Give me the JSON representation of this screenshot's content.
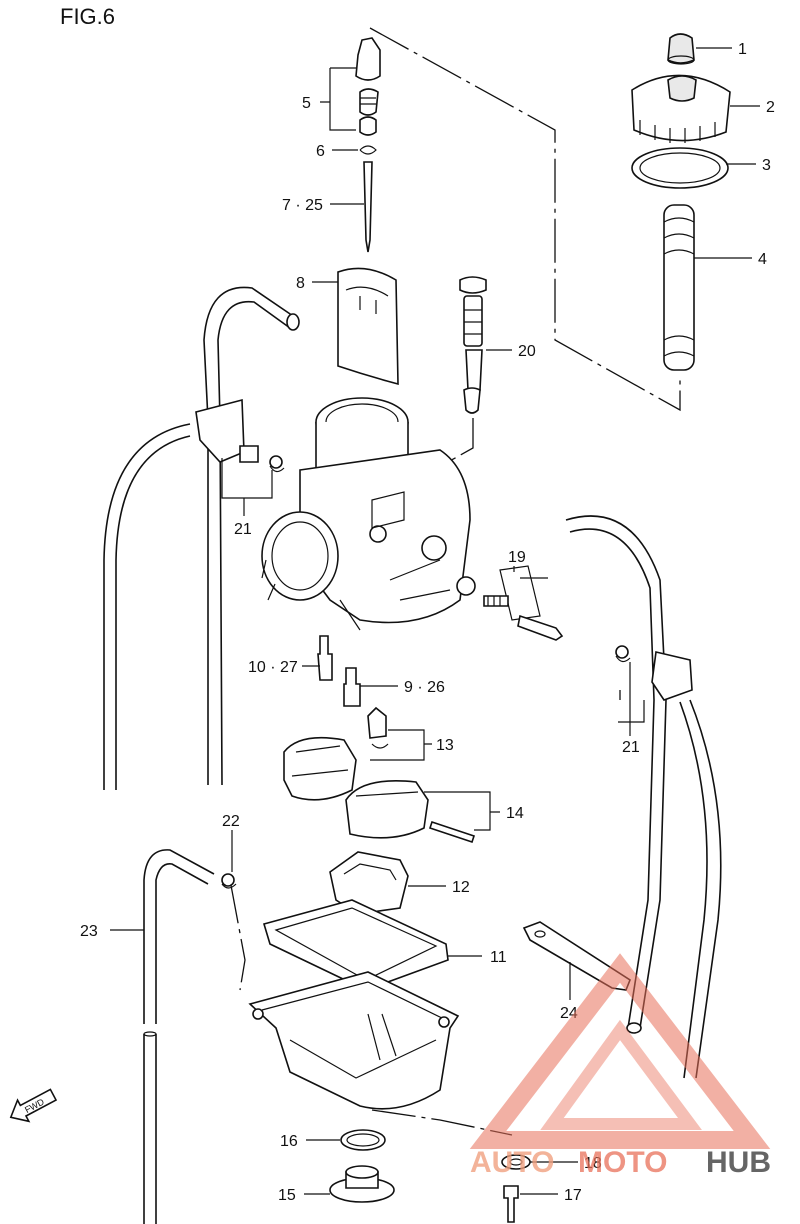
{
  "figure": {
    "title": "FIG.6"
  },
  "callouts": {
    "c1": "1",
    "c2": "2",
    "c3": "3",
    "c4": "4",
    "c5": "5",
    "c6": "6",
    "c7": "7 · 25",
    "c8": "8",
    "c9": "9 · 26",
    "c10": "10 · 27",
    "c11": "11",
    "c12": "12",
    "c13": "13",
    "c14": "14",
    "c15": "15",
    "c16": "16",
    "c17": "17",
    "c18": "18",
    "c19": "19",
    "c20": "20",
    "c21a": "21",
    "c21b": "21",
    "c22": "22",
    "c23": "23",
    "c24": "24"
  },
  "direction_badge": "FWD",
  "watermark": {
    "part1": "AUTO",
    "part2": "MOTO",
    "part3": "HUB",
    "colors": {
      "accent": "#e8705a",
      "dark": "#4a4a4a"
    }
  }
}
